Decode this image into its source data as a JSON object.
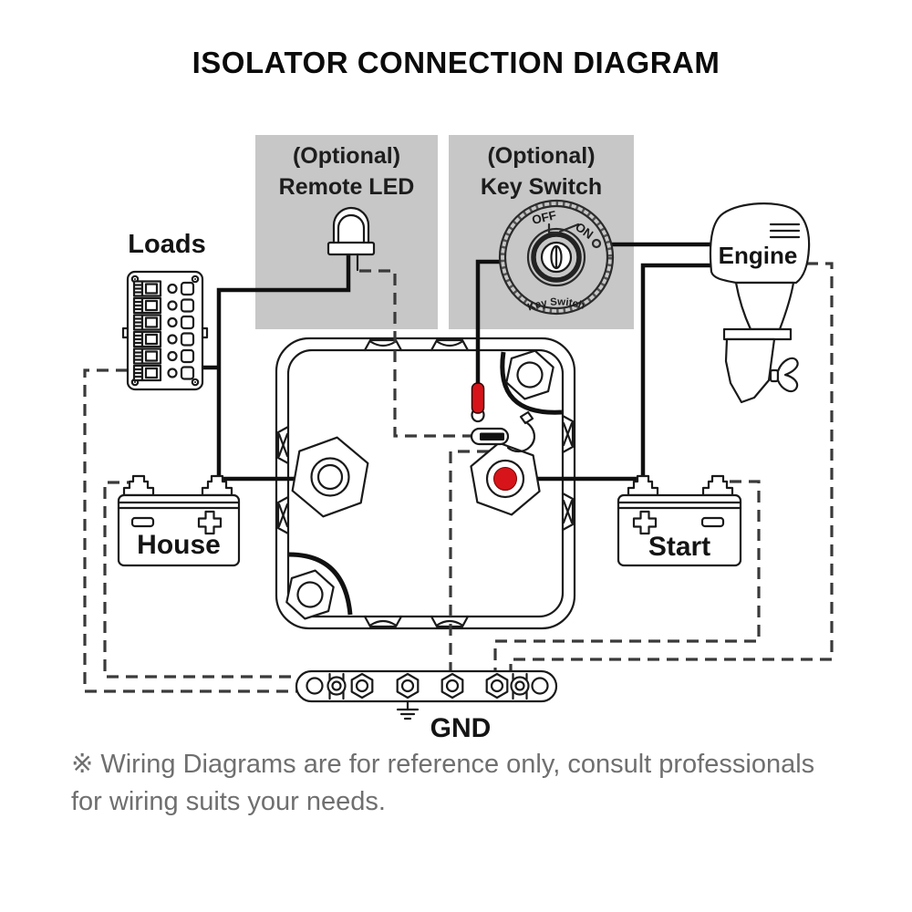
{
  "page": {
    "title": "ISOLATOR CONNECTION DIAGRAM"
  },
  "optional_remote_led": {
    "line1": "(Optional)",
    "line2": "Remote LED"
  },
  "optional_key_switch": {
    "line1": "(Optional)",
    "line2": "Key Switch",
    "off_label": "OFF",
    "on_label": "ON",
    "face_label": "Key Switch"
  },
  "labels": {
    "loads": "Loads",
    "engine": "Engine",
    "house_battery": "House",
    "start_battery": "Start",
    "ground": "GND"
  },
  "footnote": {
    "line1": "※ Wiring Diagrams are for reference only, consult professionals",
    "line2": "for wiring suits your needs."
  },
  "colors": {
    "accent_red": "#d61419",
    "optional_box_gray": "#c7c7c7",
    "line_black": "#161616",
    "footnote_gray": "#6f6f6f"
  }
}
